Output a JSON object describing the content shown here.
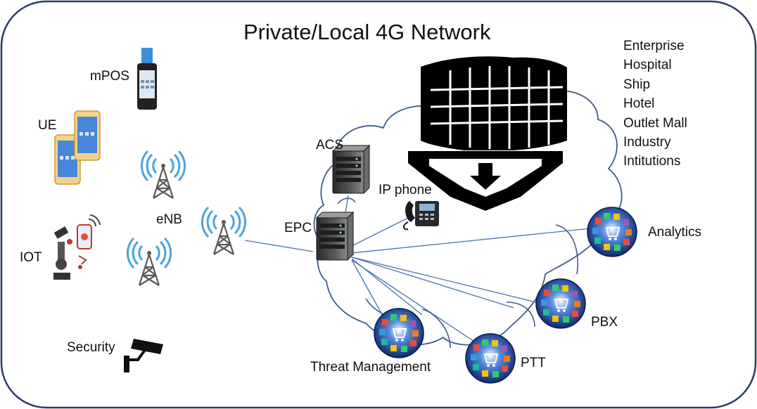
{
  "title": "Private/Local 4G Network",
  "organizations": [
    "Enterprise",
    "Hospital",
    "Ship",
    "Hotel",
    "Outlet Mall",
    "Industry",
    "Intitutions"
  ],
  "devices": {
    "mpos": "mPOS",
    "ue": "UE",
    "iot": "IOT",
    "enb": "eNB",
    "security": "Security"
  },
  "core": {
    "acs": "ACS",
    "ip_phone": "IP phone",
    "epc": "EPC"
  },
  "services": {
    "analytics": "Analytics",
    "pbx": "PBX",
    "ptt": "PTT",
    "threat": "Threat Management"
  },
  "colors": {
    "border": "#2b3a67",
    "cloud": "#3f5d8a",
    "link": "#4a72b0",
    "building": "#000000",
    "antenna": "#4aa3df",
    "device_gold": "#e6b44a",
    "service_globe": "#1b3f8a"
  }
}
